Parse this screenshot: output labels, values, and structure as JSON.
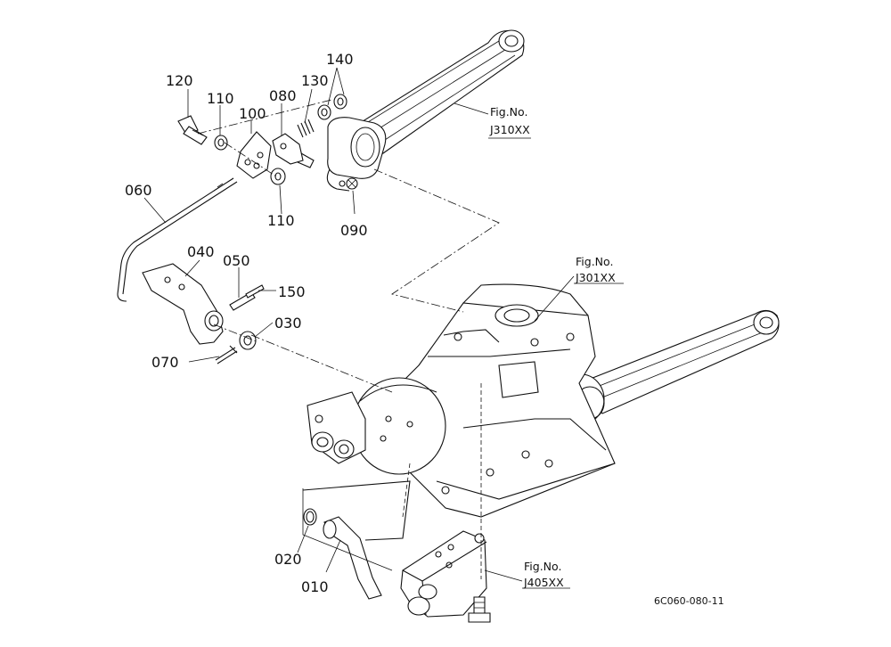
{
  "diagram": {
    "drawing_number": "6C060-080-11",
    "fig_refs": [
      {
        "id": "j310",
        "line1": "Fig.No.",
        "line2": "J310XX"
      },
      {
        "id": "j301",
        "line1": "Fig.No.",
        "line2": "J301XX"
      },
      {
        "id": "j405",
        "line1": "Fig.No.",
        "line2": "J405XX"
      }
    ],
    "parts": [
      {
        "id": "p120",
        "label": "120"
      },
      {
        "id": "p110a",
        "label": "110"
      },
      {
        "id": "p100",
        "label": "100"
      },
      {
        "id": "p080",
        "label": "080"
      },
      {
        "id": "p130",
        "label": "130"
      },
      {
        "id": "p140",
        "label": "140"
      },
      {
        "id": "p110b",
        "label": "110"
      },
      {
        "id": "p090",
        "label": "090"
      },
      {
        "id": "p060",
        "label": "060"
      },
      {
        "id": "p040",
        "label": "040"
      },
      {
        "id": "p050",
        "label": "050"
      },
      {
        "id": "p150",
        "label": "150"
      },
      {
        "id": "p030",
        "label": "030"
      },
      {
        "id": "p070",
        "label": "070"
      },
      {
        "id": "p020",
        "label": "020"
      },
      {
        "id": "p010",
        "label": "010"
      }
    ]
  }
}
